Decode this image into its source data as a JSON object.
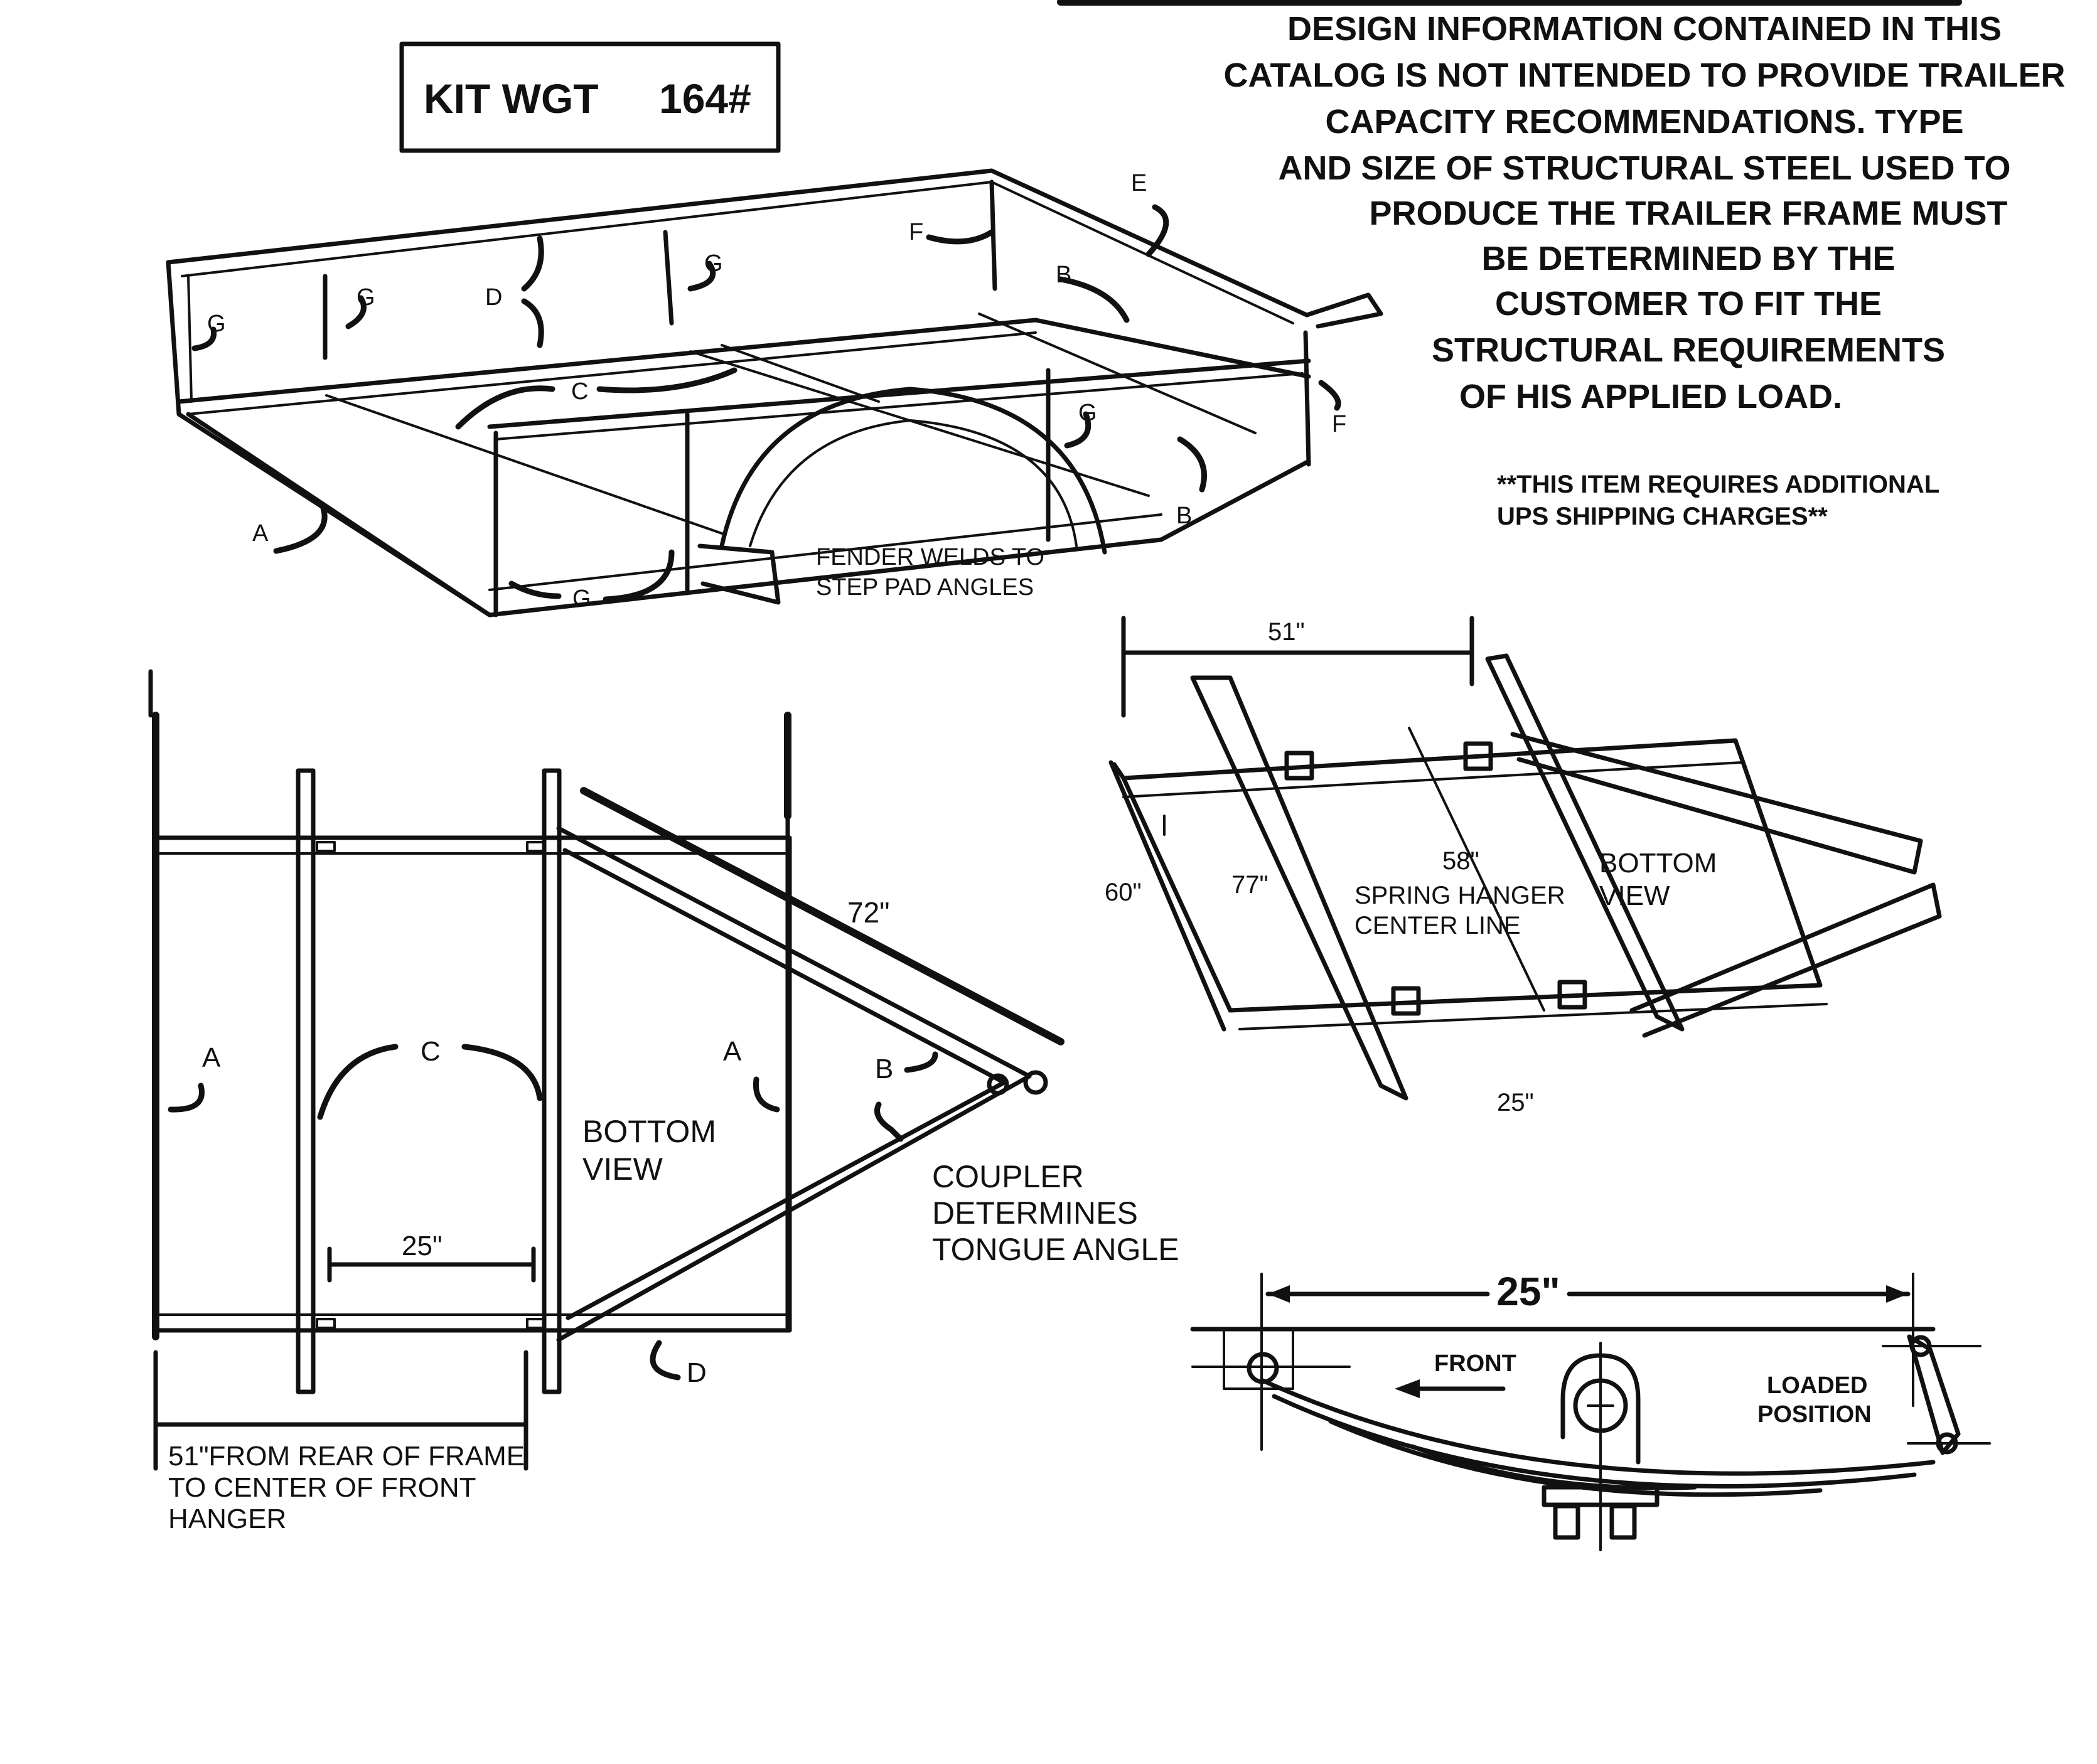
{
  "kit_weight": {
    "label": "KIT WGT",
    "value": "164#"
  },
  "disclaimer": {
    "lines": [
      "DESIGN INFORMATION CONTAINED IN THIS",
      "CATALOG IS NOT INTENDED TO PROVIDE TRAILER",
      "CAPACITY RECOMMENDATIONS.  TYPE",
      "AND SIZE OF STRUCTURAL STEEL USED TO",
      "PRODUCE THE TRAILER FRAME MUST",
      "BE DETERMINED BY THE",
      "CUSTOMER TO FIT THE",
      "STRUCTURAL REQUIREMENTS",
      "OF HIS APPLIED LOAD."
    ]
  },
  "shipping_note": {
    "lines": [
      "**THIS ITEM REQUIRES ADDITIONAL",
      "UPS SHIPPING CHARGES**"
    ]
  },
  "perspective_view": {
    "part_labels": {
      "a": "A",
      "b1": "B",
      "b2": "B",
      "c": "C",
      "d": "D",
      "e": "E",
      "f1": "F",
      "f2": "F",
      "g1": "G",
      "g2": "G",
      "g3": "G",
      "g4": "G",
      "g5": "G"
    },
    "fender_note": [
      "FENDER WELDS TO",
      "STEP PAD ANGLES"
    ]
  },
  "bottom_view_plan": {
    "view_title": [
      "BOTTOM",
      "VIEW"
    ],
    "tongue_length": "72\"",
    "hanger_spacing": "25\"",
    "rear_to_hanger_note": [
      "51\"FROM REAR OF FRAME",
      "TO CENTER OF FRONT",
      "HANGER"
    ],
    "coupler_note": [
      "COUPLER",
      "DETERMINES",
      "TONGUE ANGLE"
    ],
    "part_labels": {
      "a1": "A",
      "a2": "A",
      "b": "B",
      "c": "C",
      "d": "D"
    }
  },
  "bottom_view_perspective": {
    "view_title": [
      "BOTTOM",
      "VIEW"
    ],
    "dim_51": "51\"",
    "dim_60": "60\"",
    "dim_77": "77\"",
    "dim_58": "58\"",
    "dim_25": "25\"",
    "spring_hanger_note": [
      "SPRING HANGER",
      "CENTER LINE"
    ]
  },
  "spring_detail": {
    "span": "25\"",
    "front_label": "FRONT",
    "loaded_note": [
      "LOADED",
      "POSITION"
    ]
  }
}
